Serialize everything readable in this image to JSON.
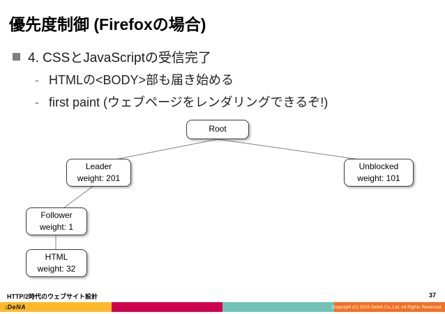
{
  "slide": {
    "title": "優先度制御 (Firefoxの場合)",
    "bullets": {
      "main": "4. CSSとJavaScriptの受信完了",
      "sub1": "HTMLの<BODY>部も届き始める",
      "sub2": "first paint (ウェブページをレンダリングできるぞ!)"
    }
  },
  "diagram": {
    "nodes": [
      {
        "id": "root",
        "label": "Root",
        "weight": ""
      },
      {
        "id": "leader",
        "label": "Leader",
        "weight": "weight: 201"
      },
      {
        "id": "unblocked",
        "label": "Unblocked",
        "weight": "weight: 101"
      },
      {
        "id": "follower",
        "label": "Follower",
        "weight": "weight: 1"
      },
      {
        "id": "html",
        "label": "HTML",
        "weight": "weight: 32"
      }
    ],
    "connector_color": "#808080"
  },
  "footer": {
    "book_title": "HTTP/2時代のウェブサイト設計",
    "page_number": "37",
    "logo_text": ":DeNA",
    "copyright": "Copyright (C) 2015 DeNA Co.,Ltd. All Rights Reserved.",
    "bar_colors": {
      "yellow": "#FCBA2A",
      "crimson": "#D0024E",
      "teal": "#72C1B7",
      "orange": "#F37021"
    }
  }
}
